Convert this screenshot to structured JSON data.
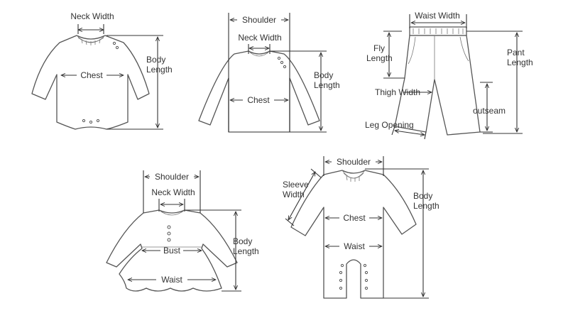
{
  "labels": {
    "bodysuit": {
      "neck_width": "Neck Width",
      "chest": "Chest",
      "body_length_1": "Body",
      "body_length_2": "Length"
    },
    "shirt": {
      "shoulder": "Shoulder",
      "neck_width": "Neck Width",
      "chest": "Chest",
      "body_length_1": "Body",
      "body_length_2": "Length"
    },
    "pants": {
      "waist_width": "Waist Width",
      "fly_length_1": "Fly",
      "fly_length_2": "Length",
      "thigh_width": "Thigh Width",
      "leg_opening": "Leg Opening",
      "outseam": "outseam",
      "pant_length_1": "Pant",
      "pant_length_2": "Length"
    },
    "dress": {
      "shoulder": "Shoulder",
      "neck_width": "Neck Width",
      "bust": "Bust",
      "waist": "Waist",
      "body_length_1": "Body",
      "body_length_2": "Length"
    },
    "romper": {
      "shoulder": "Shoulder",
      "sleeve_width_1": "Sleeve",
      "sleeve_width_2": "Width",
      "chest": "Chest",
      "waist": "Waist",
      "body_length_1": "Body",
      "body_length_2": "Length"
    }
  },
  "colors": {
    "outline": "#555555",
    "dimension": "#333333",
    "text": "#333333",
    "background": "#ffffff"
  }
}
